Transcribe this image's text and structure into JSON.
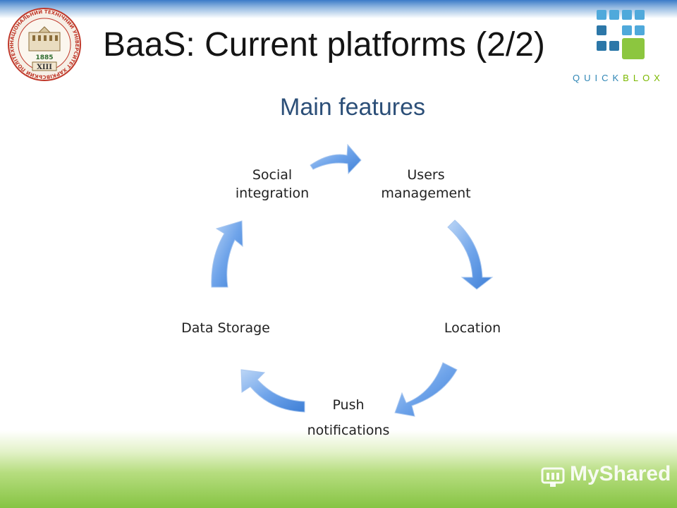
{
  "header": {
    "title": "BaaS: Current platforms (2/2)",
    "subtitle": "Main features"
  },
  "seal": {
    "text_ring": "НАЦІОНАЛЬНИЙ ТЕХНІЧНИЙ УНІВЕРСИТЕТ ХАРКІВСЬКИЙ ПОЛІТЕХНІЧНИЙ ІНСТИТУТ",
    "year": "1885",
    "numeral": "XIII"
  },
  "brand": {
    "name_part1": "QUICK",
    "name_part2": "BLOX",
    "color_blue": "#2f86b5",
    "color_green": "#7bb800"
  },
  "cycle": {
    "nodes": [
      {
        "line1": "Users",
        "line2": "management"
      },
      {
        "line1": "Location",
        "line2": ""
      },
      {
        "line1": "Push",
        "line2": "notifications"
      },
      {
        "line1": "Data Storage",
        "line2": ""
      },
      {
        "line1": "Social",
        "line2": "integration"
      }
    ],
    "arrow_color": "#5f9be6"
  },
  "watermark": {
    "text": "MyShared"
  }
}
